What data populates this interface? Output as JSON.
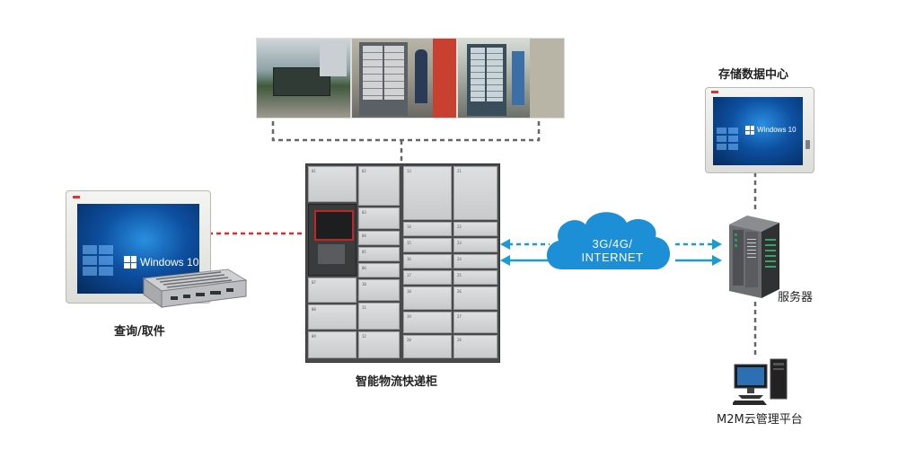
{
  "labels": {
    "query_pickup": "查询/取件",
    "locker": "智能物流快递柜",
    "storage_center": "存储数据中心",
    "server": "服务器",
    "cloud_platform": "M2M云管理平台",
    "network": [
      "3G/4G/",
      "INTERNET"
    ]
  },
  "screens": {
    "left_monitor_text": "Windows 10",
    "right_monitor_text": "Windows 10"
  },
  "colors": {
    "link_red": "#e32b2b",
    "link_gray": "#666666",
    "link_blue": "#1a9ad6",
    "cloud": "#1c8fd6"
  },
  "icons": [
    "installation-photo-outdoor",
    "installation-photo-indoor",
    "installation-photo-station",
    "touch-panel-pc-icon",
    "embedded-box-pc-icon",
    "parcel-locker-icon",
    "network-cloud-icon",
    "industrial-server-icon",
    "storage-monitor-icon",
    "desktop-computer-icon"
  ]
}
